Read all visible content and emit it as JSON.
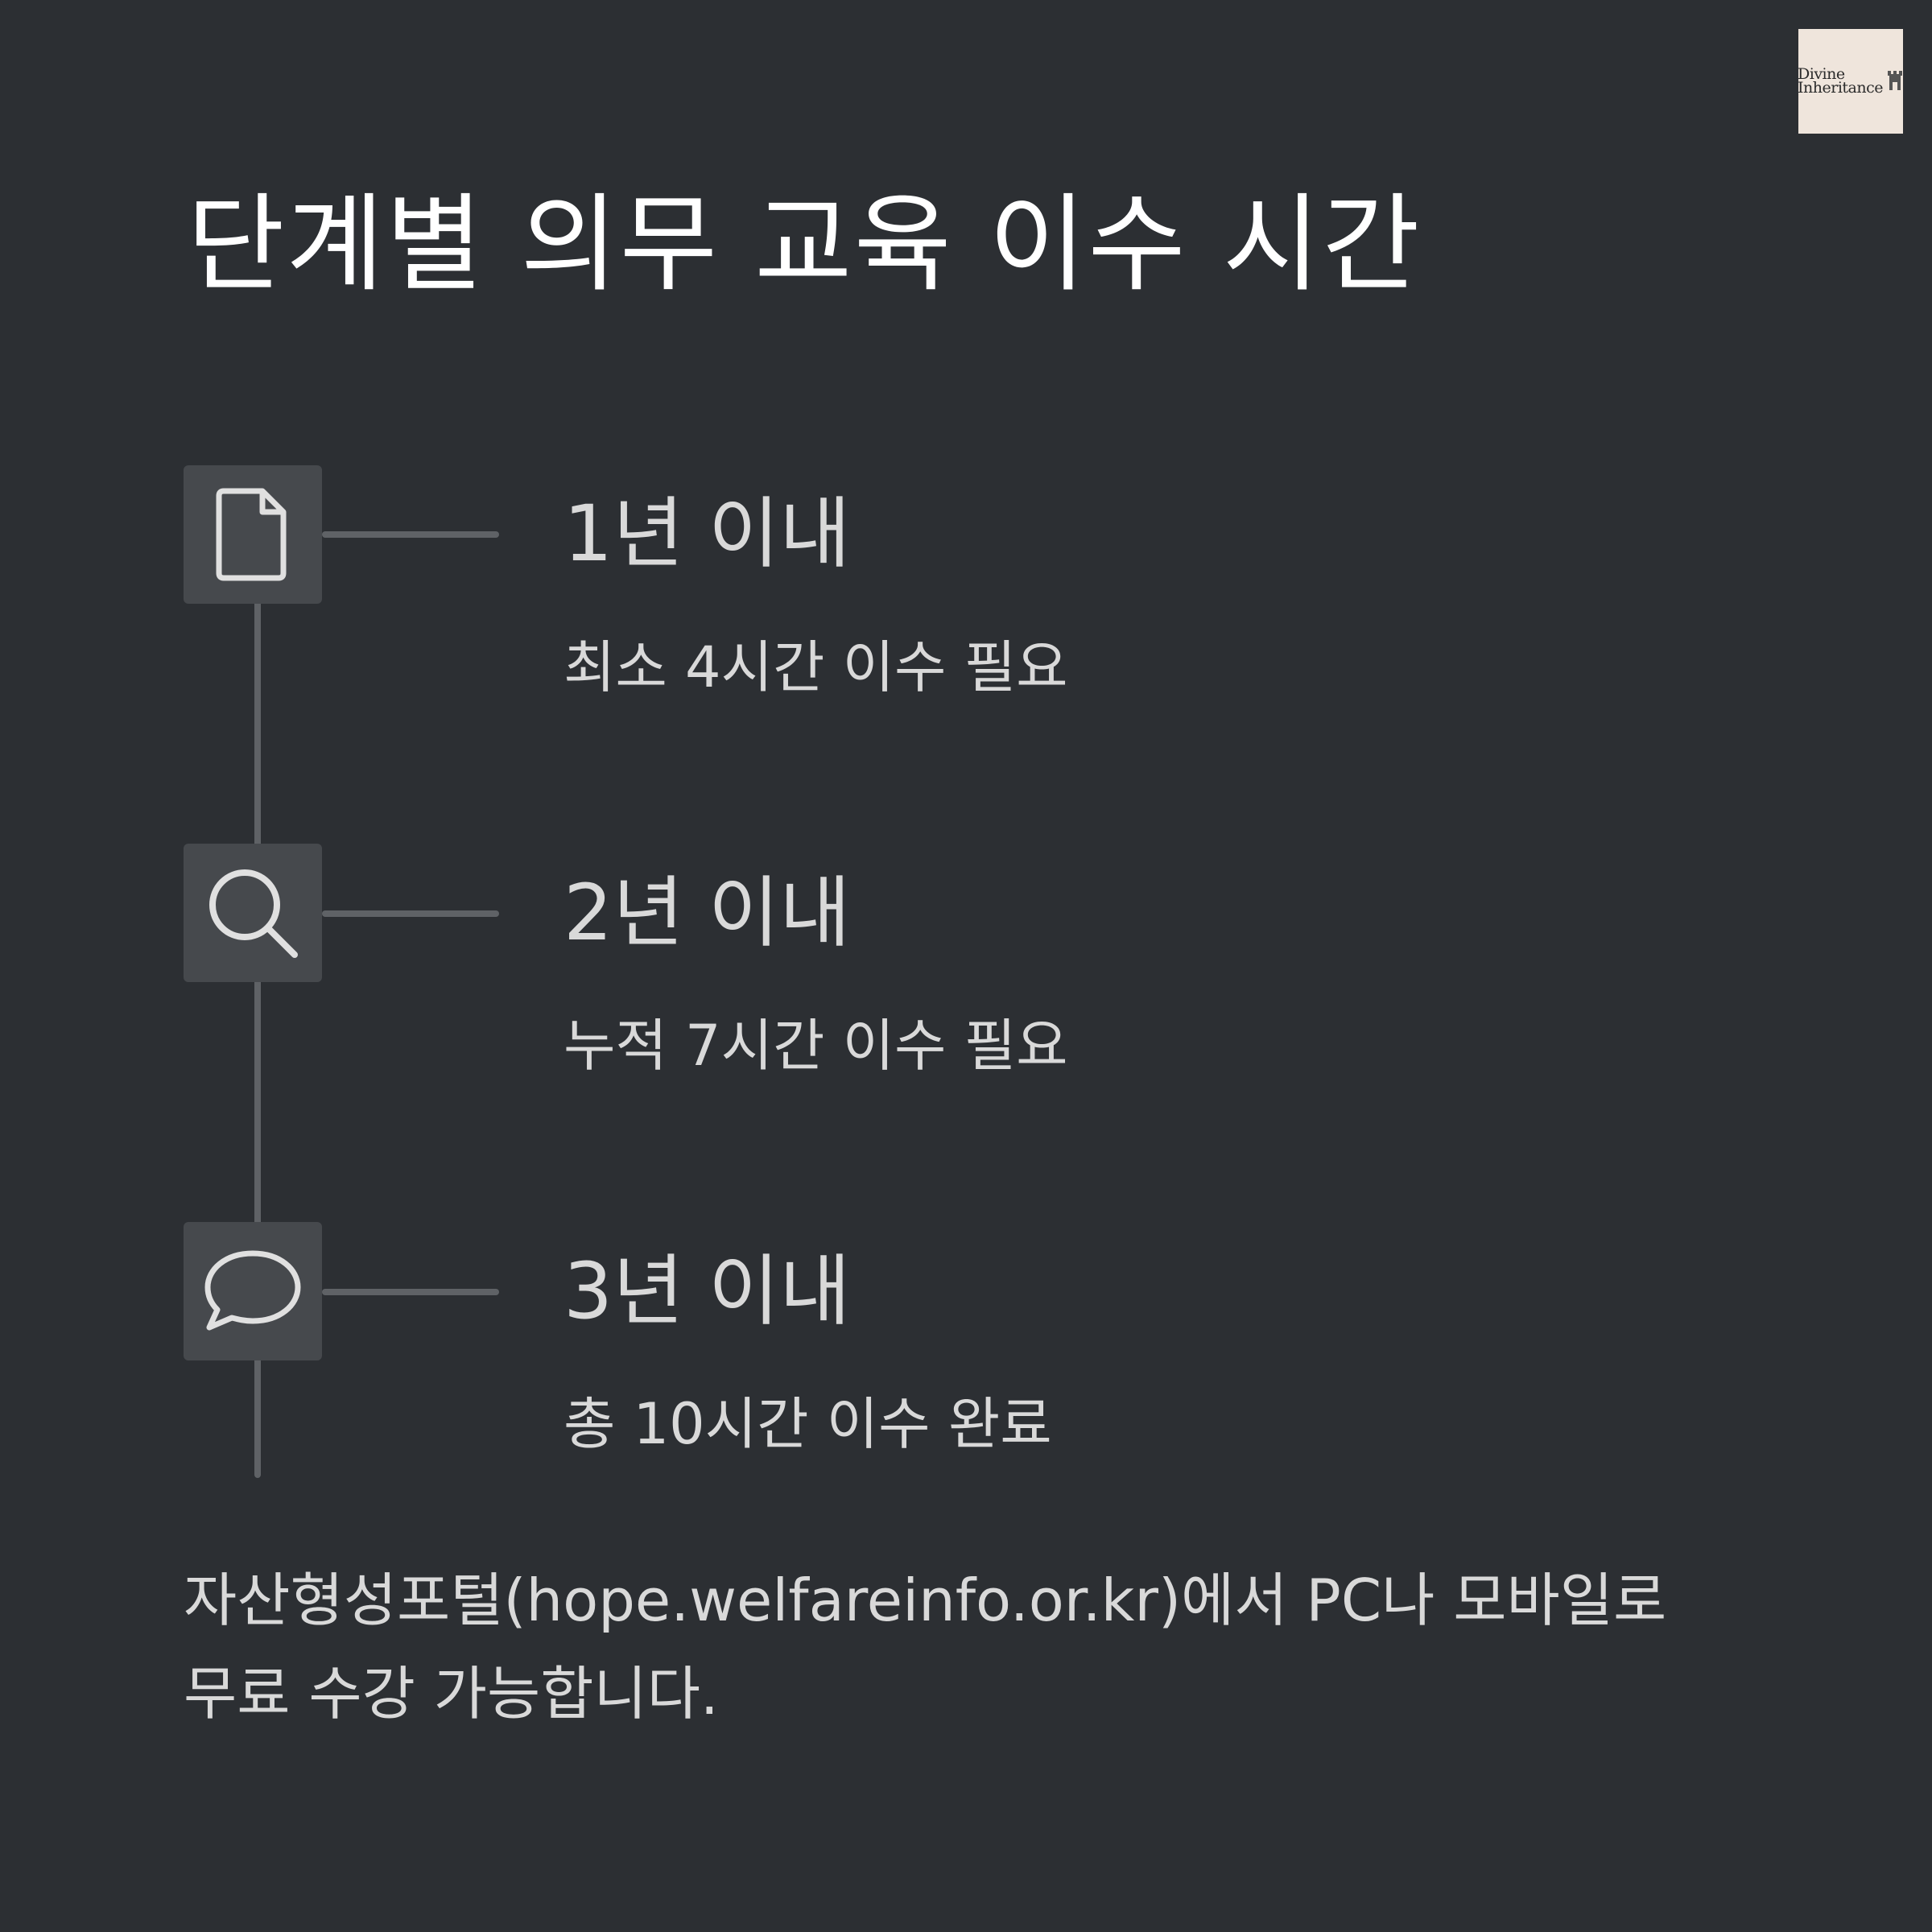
{
  "logo": {
    "line1": "Divine",
    "line2": "Inheritance"
  },
  "title": "단계별 의무 교육 이수 시간",
  "steps": [
    {
      "icon": "document-icon",
      "title": "1년 이내",
      "desc": "최소 4시간 이수 필요"
    },
    {
      "icon": "search-icon",
      "title": "2년 이내",
      "desc": "누적 7시간 이수 필요"
    },
    {
      "icon": "speech-bubble-icon",
      "title": "3년 이내",
      "desc": "총 10시간 이수 완료"
    }
  ],
  "footer": {
    "line1": "자산형성포털(hope.welfareinfo.or.kr)에서 PC나 모바일로",
    "line2": "무료 수강 가능합니다."
  },
  "colors": {
    "background": "#2c2f33",
    "icon_box": "#46494d",
    "line": "#5f6266",
    "text": "#d9d9d9",
    "logo_bg": "#efe5dc"
  }
}
